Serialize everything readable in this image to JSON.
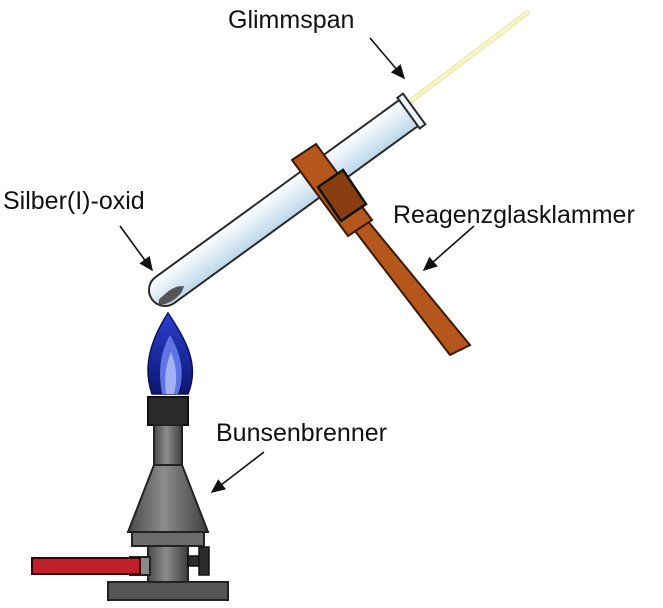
{
  "labels": {
    "glimmspan": "Glimmspan",
    "silberoxid": "Silber(I)-oxid",
    "klammer": "Reagenzglasklammer",
    "bunsenbrenner": "Bunsenbrenner"
  },
  "colors": {
    "splint": "#f6f3b0",
    "ember": "#c0392b",
    "tube_glass": "#e6f2fa",
    "tube_outline": "#2a2a2a",
    "silver_oxide": "#4d4d4d",
    "clamp": "#b5561c",
    "flame_outer": "#1a2aa8",
    "flame_inner": "#6a7fe0",
    "burner_body": "#7b7b7b",
    "burner_dark": "#333333",
    "gas_hose": "#c0202a"
  }
}
